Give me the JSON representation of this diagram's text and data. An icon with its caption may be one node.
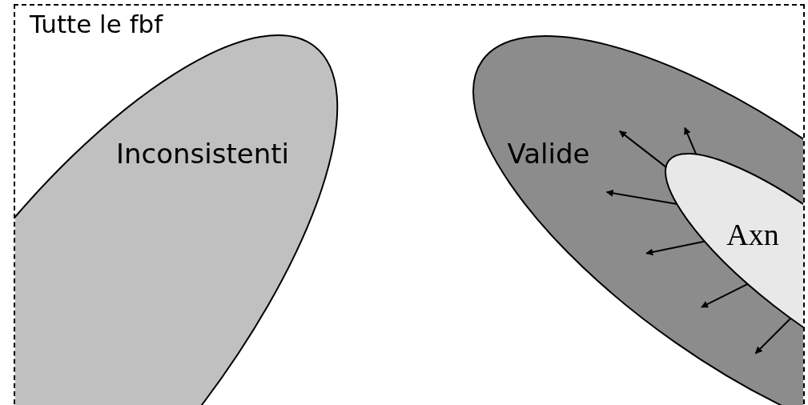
{
  "diagram": {
    "nodes": [
      {
        "text": [
          "Tutte le fbf"
        ]
      },
      {
        "text": [
          "Inconsistenti"
        ]
      },
      {
        "text": [
          "Valide"
        ]
      },
      {
        "text": [
          "Axn"
        ],
        "in": 2
      }
    ],
    "edges": [
      {
        "from": 3,
        "to": 0,
        "arrow": "to"
      },
      {
        "from": 3,
        "to": 0,
        "arrow": "to"
      },
      {
        "from": 3,
        "to": 0,
        "arrow": "to"
      },
      {
        "from": 3,
        "to": 0,
        "arrow": "to"
      },
      {
        "from": 3,
        "to": 0,
        "arrow": "to"
      },
      {
        "from": 3,
        "to": 0,
        "arrow": "to"
      }
    ]
  }
}
